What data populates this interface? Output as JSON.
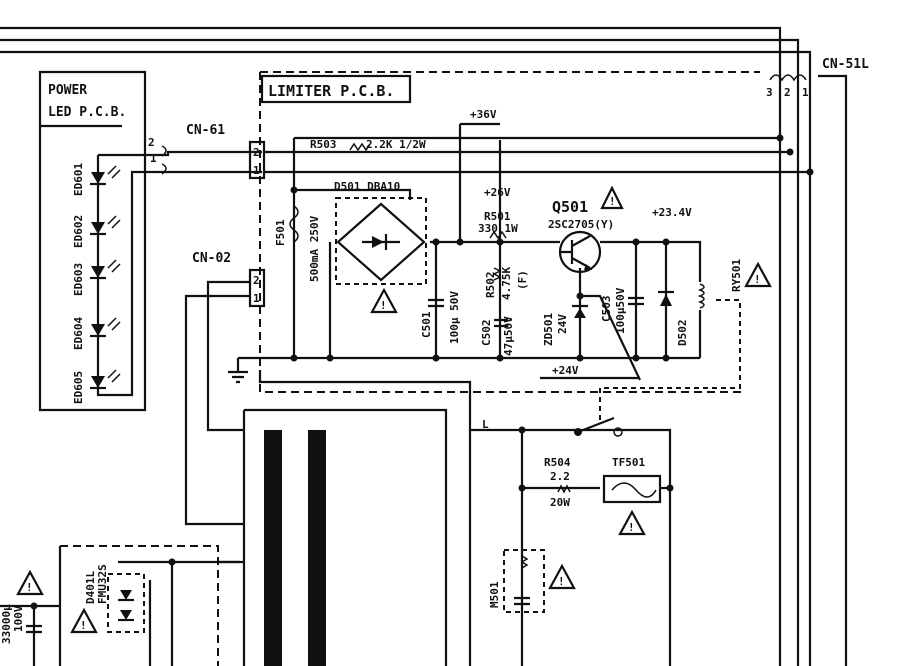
{
  "boards": {
    "power_led": {
      "line1": "POWER",
      "line2": "LED P.C.B."
    },
    "limiter": "LIMITER P.C.B."
  },
  "connectors": {
    "cn51l": "CN-51L",
    "cn51l_pins": [
      "3",
      "2",
      "1"
    ],
    "cn61": "CN-61",
    "cn61_pins": [
      "2",
      "1"
    ],
    "cn02": "CN-02",
    "cn02_pins": [
      "2",
      "1"
    ]
  },
  "leds": [
    "ED601",
    "ED602",
    "ED603",
    "ED604",
    "ED605"
  ],
  "components": {
    "r503": "R503",
    "r503_value": "2.2K 1/2W",
    "v36": "+36V",
    "d501": "D501 DBA10",
    "f501": "F501",
    "f501_value": "500mA 250V",
    "v26": "+26V",
    "r501": "R501",
    "r501_value": "330 1W",
    "q501": "Q501",
    "q501_part": "2SC2705(Y)",
    "v234": "+23.4V",
    "r502": "R502",
    "r502_value": "4.75K",
    "r502_tol": "(F)",
    "c501": "C501",
    "c501_value": "100μ 50V",
    "c502": "C502",
    "c502_value": "47μ50V",
    "zd501": "ZD501",
    "zd501_value": "24V",
    "c503": "C503",
    "c503_value": "100μ50V",
    "d502": "D502",
    "ry501": "RY501",
    "v24": "+24V",
    "node_l": "L",
    "r504": "R504",
    "r504_value1": "2.2",
    "r504_value2": "20W",
    "tf501": "TF501",
    "m501": "M501",
    "d401l": "D401L",
    "d401l_part": "FMU32S",
    "cap_bottom": "33000μ",
    "cap_bottom_v": "100V"
  },
  "warning_symbol": "!"
}
